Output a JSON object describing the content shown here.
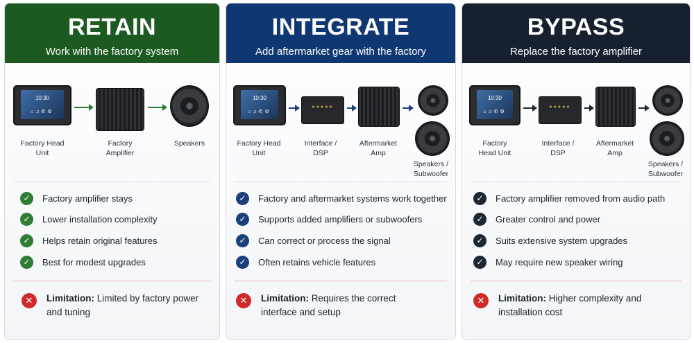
{
  "panels": [
    {
      "title": "RETAIN",
      "subtitle": "Work with the factory system",
      "header_color": "#1d5a22",
      "accent_color": "#2e7d32",
      "components": [
        {
          "label": [
            "Factory Head",
            "Unit"
          ],
          "icon": "head-unit-icon"
        },
        {
          "label": [
            "Factory",
            "Amplifier"
          ],
          "icon": "amplifier-icon"
        },
        {
          "label": [
            "Speakers"
          ],
          "icon": "speaker-icon"
        }
      ],
      "bullets": [
        "Factory amplifier stays",
        "Lower installation complexity",
        "Helps retain original features",
        "Best for modest upgrades"
      ],
      "limitation": {
        "label": "Limitation:",
        "text": "Limited by factory power and tuning"
      }
    },
    {
      "title": "INTEGRATE",
      "subtitle": "Add aftermarket gear with the factory",
      "header_color": "#0f3872",
      "accent_color": "#1b3f7a",
      "components": [
        {
          "label": [
            "Factory Head",
            "Unit"
          ],
          "icon": "head-unit-icon"
        },
        {
          "label": [
            "Interface /",
            "DSP"
          ],
          "icon": "dsp-icon"
        },
        {
          "label": [
            "Aftermarket",
            "Amp"
          ],
          "icon": "amplifier-icon"
        },
        {
          "label": [
            "Speakers /",
            "Subwoofer"
          ],
          "icon": "speaker-subwoofer-icon"
        }
      ],
      "bullets": [
        "Factory and aftermarket systems work together",
        "Supports added amplifiers or subwoofers",
        "Can correct or process the signal",
        "Often retains vehicle features"
      ],
      "limitation": {
        "label": "Limitation:",
        "text": "Requires the correct interface and setup"
      }
    },
    {
      "title": "BYPASS",
      "subtitle": "Replace the factory amplifier",
      "header_color": "#16202e",
      "accent_color": "#1d2633",
      "components": [
        {
          "label": [
            "Factory",
            "Head Unit"
          ],
          "icon": "head-unit-icon"
        },
        {
          "label": [
            "Interface /",
            "DSP"
          ],
          "icon": "dsp-icon"
        },
        {
          "label": [
            "Aftermarket",
            "Amp"
          ],
          "icon": "amplifier-icon"
        },
        {
          "label": [
            "Speakers /",
            "Subwoofer"
          ],
          "icon": "speaker-subwoofer-icon"
        }
      ],
      "bullets": [
        "Factory amplifier removed from audio path",
        "Greater control and power",
        "Suits extensive system upgrades",
        "May require new speaker wiring"
      ],
      "limitation": {
        "label": "Limitation:",
        "text": "Higher complexity and installation cost"
      }
    }
  ],
  "head_unit_screen": {
    "time": "10:30",
    "icons": "⌂♫✆⚙"
  },
  "check_glyph": "✓",
  "x_glyph": "✕"
}
